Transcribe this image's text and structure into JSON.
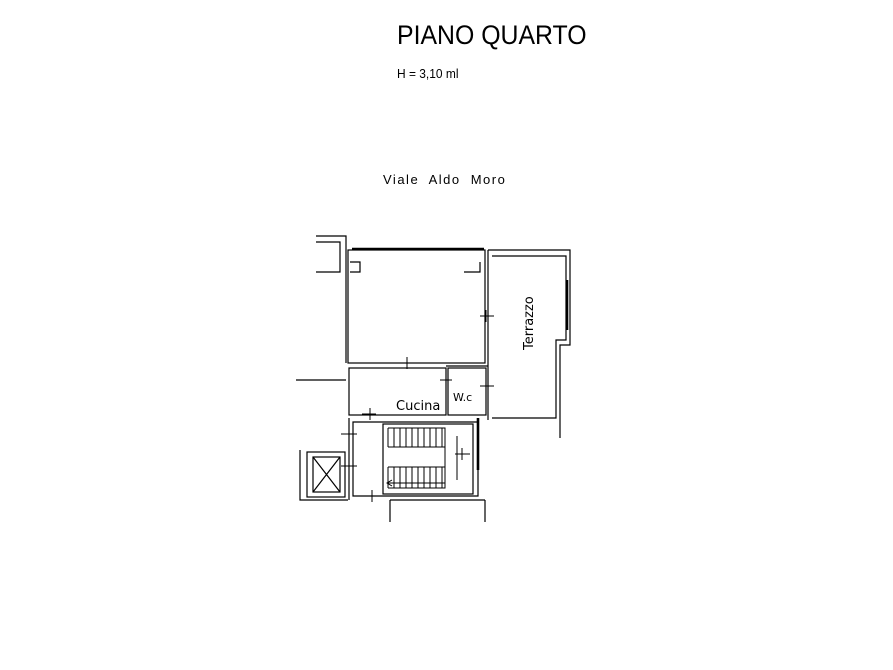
{
  "header": {
    "title": "PIANO QUARTO",
    "height_note": "H = 3,10 ml"
  },
  "plan": {
    "street_name": "Viale  Aldo  Moro",
    "rooms": {
      "terrace": "Terrazzo",
      "kitchen": "Cucina",
      "wc": "W.c"
    }
  }
}
